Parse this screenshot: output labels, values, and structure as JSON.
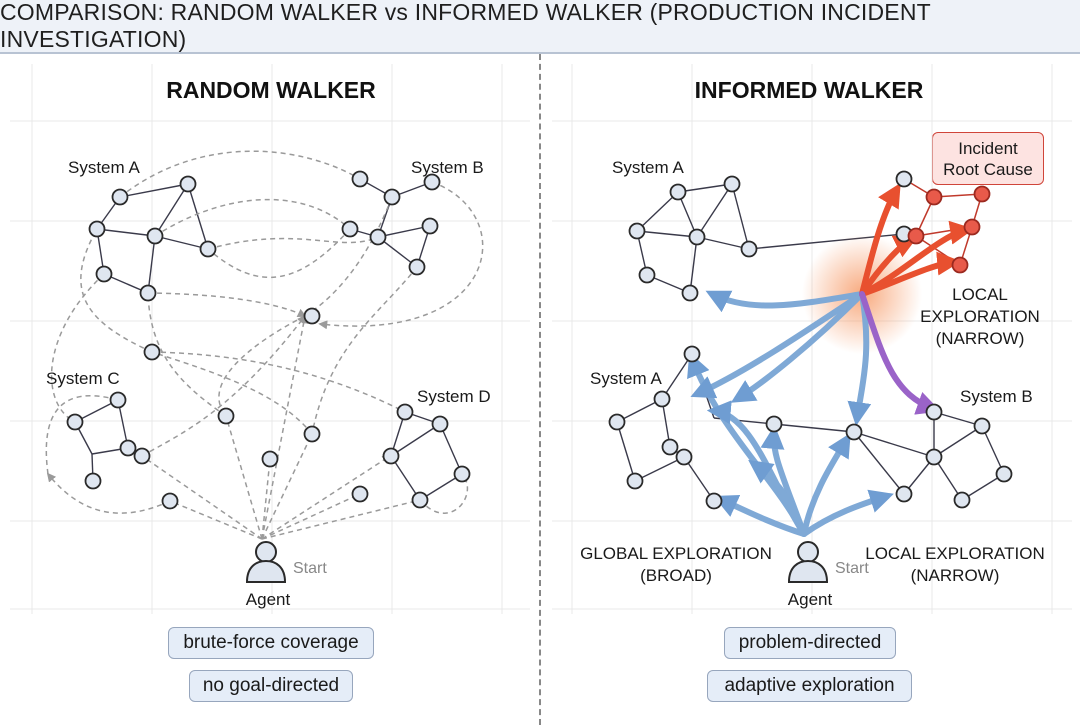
{
  "header": {
    "title": "COMPARISON: RANDOM WALKER vs INFORMED WALKER (PRODUCTION INCIDENT INVESTIGATION)"
  },
  "left": {
    "title": "RANDOM WALKER",
    "systems": [
      "System A",
      "System B",
      "System C",
      "System D"
    ],
    "agent_label": "Agent",
    "start_label": "Start",
    "tags": [
      "brute-force coverage",
      "no goal-directed"
    ]
  },
  "right": {
    "title": "INFORMED WALKER",
    "systems": [
      "System A",
      "System A",
      "System B"
    ],
    "root_cause": [
      "Incident",
      "Root Cause"
    ],
    "local_exploration_top": [
      "LOCAL",
      "EXPLORATION",
      "(NARROW)"
    ],
    "global_exploration": [
      "GLOBAL EXPLORATION",
      "(BROAD)"
    ],
    "local_exploration_bottom": [
      "LOCAL EXPLORATION",
      "(NARROW)"
    ],
    "agent_label": "Agent",
    "start_label": "Start",
    "tags": [
      "problem-directed",
      "adaptive exploration"
    ]
  },
  "colors": {
    "node_fill": "#dfe6f0",
    "node_stroke": "#2a2a2a",
    "edge": "#3a3a4a",
    "random_arrow": "#9a9a9a",
    "blue_arrow": "#7fa9d6",
    "red_node": "#e85a4a",
    "red_arrow": "#e8502f",
    "tag_fill": "#e5edf8"
  }
}
